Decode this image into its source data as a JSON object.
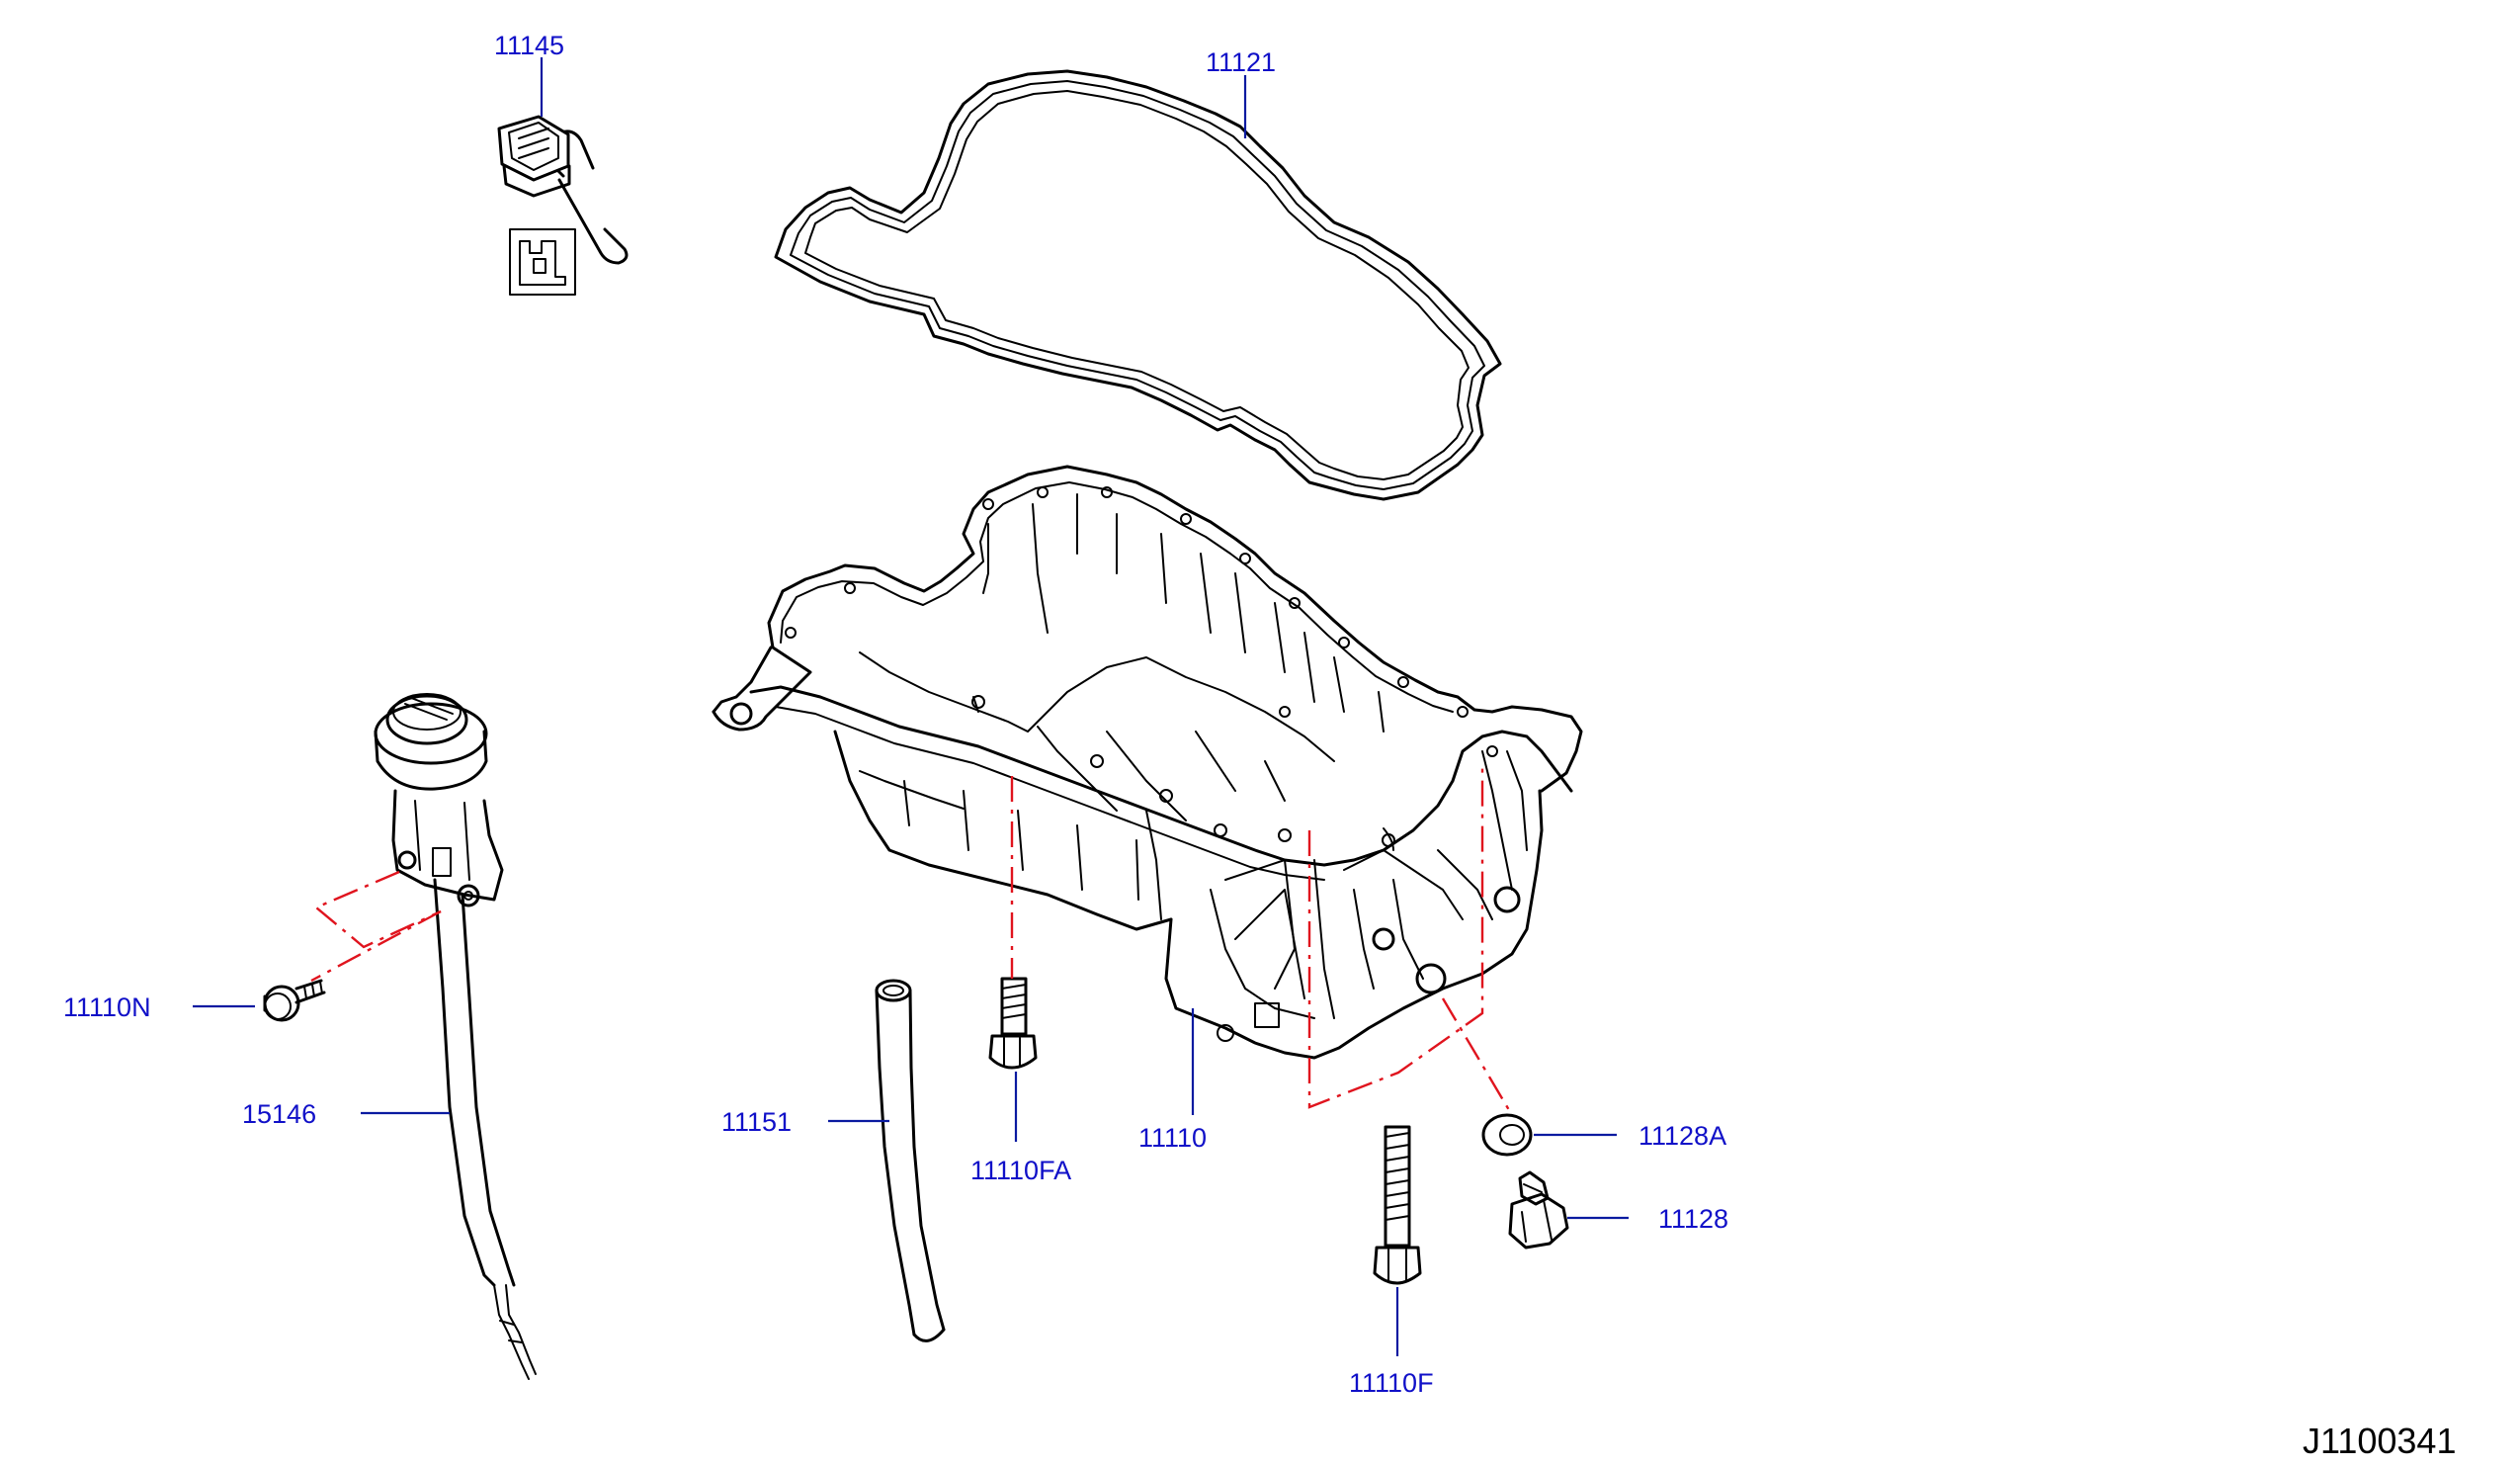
{
  "diagram": {
    "drawing_ref": "J1100341",
    "parts": {
      "oil_level_sensor": "11145",
      "oil_pan_gasket": "11121",
      "oil_pan": "11110",
      "oil_pan_bolt_fa": "11110FA",
      "oil_pan_bolt_f": "11110F",
      "guide_bolt_n": "11110N",
      "dipstick_guide": "15146",
      "guide_tube": "11151",
      "drain_washer": "11128A",
      "drain_plug": "11128"
    },
    "colors": {
      "label": "#1010c8",
      "leader": "#0a1aa0",
      "phantom_line": "#e0141e",
      "linework": "#000000"
    },
    "icons": [
      "connector-icon",
      "service-note-icon"
    ]
  }
}
